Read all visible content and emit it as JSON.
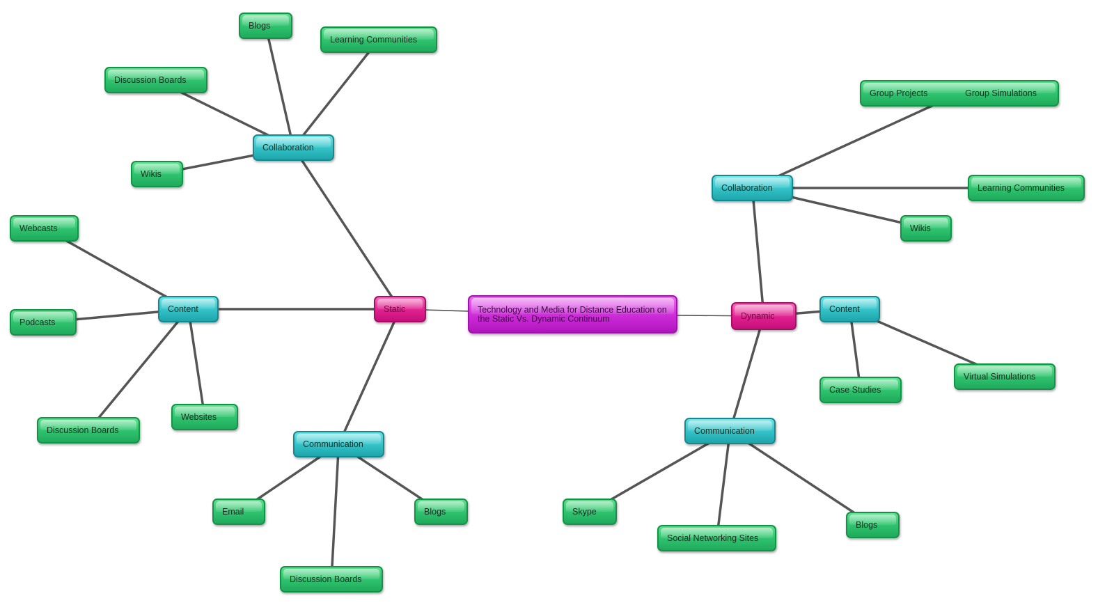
{
  "central": {
    "label": "Technology and Media for Distance Education on the Static Vs. Dynamic Continuum"
  },
  "static": {
    "label": "Static",
    "collaboration": {
      "label": "Collaboration",
      "children": [
        "Blogs",
        "Learning Communities",
        "Discussion Boards",
        "Wikis"
      ]
    },
    "content": {
      "label": "Content",
      "children": [
        "Webcasts",
        "Podcasts",
        "Discussion Boards",
        "Websites"
      ]
    },
    "communication": {
      "label": "Communication",
      "children": [
        "Email",
        "Blogs",
        "Discussion Boards"
      ]
    }
  },
  "dynamic": {
    "label": "Dynamic",
    "collaboration": {
      "label": "Collaboration",
      "children": [
        "Group Projects",
        "Group Simulations",
        "Learning Communities",
        "Wikis"
      ]
    },
    "content": {
      "label": "Content",
      "children": [
        "Case Studies",
        "Virtual Simulations"
      ]
    },
    "communication": {
      "label": "Communication",
      "children": [
        "Skype",
        "Social Networking Sites",
        "Blogs"
      ]
    }
  },
  "colors": {
    "central": "#cc2bd8",
    "branch": "#e0208e",
    "category": "#34c4c9",
    "leaf": "#2fc46f",
    "connector": "#555555"
  }
}
